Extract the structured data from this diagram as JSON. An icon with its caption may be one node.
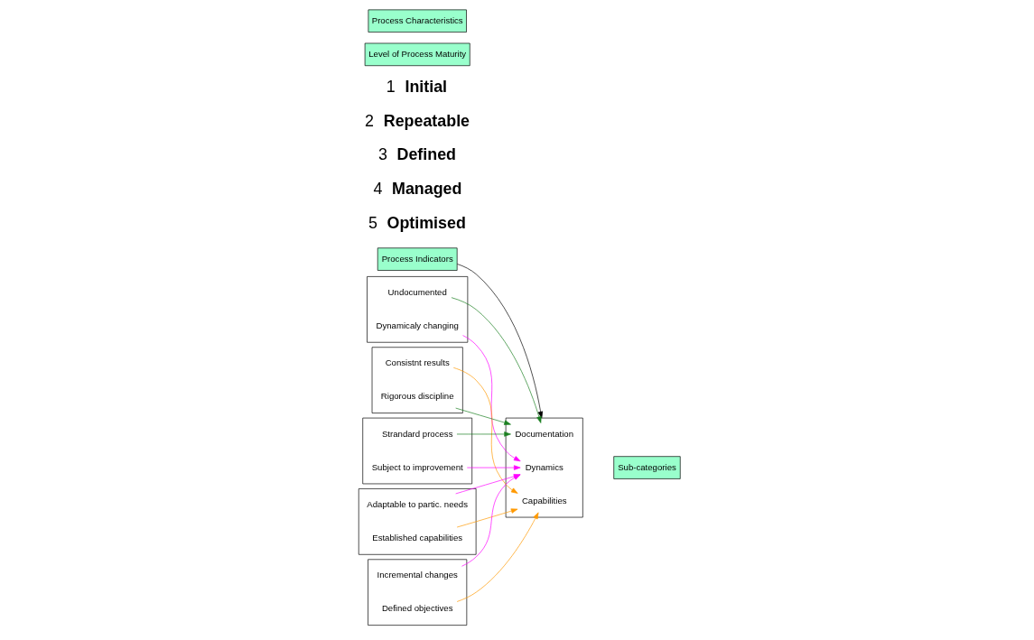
{
  "diagram": {
    "nodes": [
      {
        "text": [
          "Process Indicators"
        ]
      },
      {
        "text": [
          "Level of Process Maturity"
        ]
      },
      {
        "text": [
          "Process Characteristics"
        ]
      },
      {
        "text": [],
        "shape": "box"
      },
      {
        "text": [
          "Undocumented"
        ],
        "in": 3
      },
      {
        "text": [
          "Dynamicaly changing"
        ],
        "in": 3
      },
      {
        "text": [],
        "shape": "box"
      },
      {
        "text": [
          "Consistnt results"
        ],
        "in": 6
      },
      {
        "text": [
          "Rigorous discipline"
        ],
        "in": 6
      },
      {
        "text": [],
        "shape": "box"
      },
      {
        "text": [
          "Strandard process"
        ],
        "in": 9
      },
      {
        "text": [
          "Subject to improvement"
        ],
        "in": 9
      },
      {
        "text": [],
        "shape": "box"
      },
      {
        "text": [
          "Adaptable to partic. needs"
        ],
        "in": 12
      },
      {
        "text": [
          "Established capabilities"
        ],
        "in": 12
      },
      {
        "text": [],
        "shape": "box"
      },
      {
        "text": [
          "Incremental changes"
        ],
        "in": 15
      },
      {
        "text": [
          "Defined objectives"
        ],
        "in": 15
      },
      {
        "text": [],
        "shape": "box"
      },
      {
        "text": [
          "Documentation"
        ],
        "in": 18
      },
      {
        "text": [
          "Dynamics"
        ],
        "in": 18
      },
      {
        "text": [
          "Capabilities"
        ],
        "in": 18
      },
      {
        "text": [
          "Sub-categories"
        ]
      }
    ],
    "edges": [
      {
        "from": 0,
        "to": 18,
        "arrow": "to",
        "color": "#000000"
      },
      {
        "from": 4,
        "to": 19,
        "arrow": "to",
        "color": "#1a8020"
      },
      {
        "from": 5,
        "to": 20,
        "arrow": "to",
        "color": "#ff00ff"
      },
      {
        "from": 7,
        "to": 21,
        "arrow": "to",
        "color": "#ff9900"
      },
      {
        "from": 8,
        "to": 19,
        "arrow": "to",
        "color": "#1a8020"
      },
      {
        "from": 10,
        "to": 19,
        "arrow": "to",
        "color": "#1a8020"
      },
      {
        "from": 11,
        "to": 20,
        "arrow": "to",
        "color": "#ff00ff"
      },
      {
        "from": 13,
        "to": 20,
        "arrow": "to",
        "color": "#ff00ff"
      },
      {
        "from": 14,
        "to": 21,
        "arrow": "to",
        "color": "#ff9900"
      },
      {
        "from": 16,
        "to": 20,
        "arrow": "to",
        "color": "#ff00ff"
      },
      {
        "from": 17,
        "to": 21,
        "arrow": "to",
        "color": "#ff9900"
      }
    ],
    "labels": [
      "1",
      "Initial",
      "2",
      "Repeatable",
      "3",
      "Defined",
      "4",
      "Managed",
      "5",
      "Optimised"
    ]
  }
}
